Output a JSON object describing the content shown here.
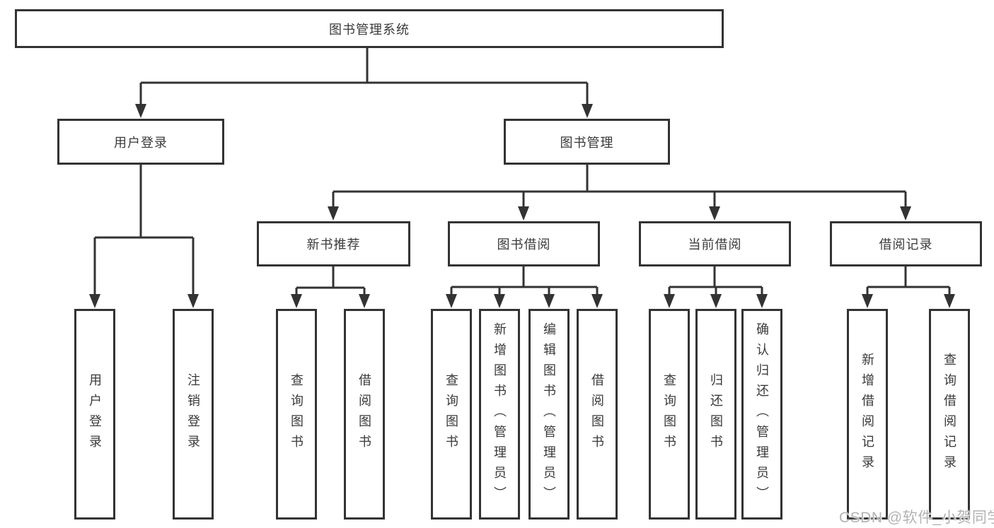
{
  "diagram": {
    "title": "图书管理系统",
    "level1": {
      "user_login": "用户登录",
      "book_management": "图书管理"
    },
    "login_children": {
      "login": "用户登录",
      "logout": "注销登录"
    },
    "level2": {
      "new_book_recommend": "新书推荐",
      "book_borrowing": "图书借阅",
      "current_borrowing": "当前借阅",
      "borrowing_records": "借阅记录"
    },
    "new_book_children": {
      "query_books": "查询图书",
      "borrow_books": "借阅图书"
    },
    "borrowing_children": {
      "query_books": "查询图书",
      "add_books_admin": "新增图书（管理员）",
      "edit_books_admin": "编辑图书（管理员）",
      "borrow_books": "借阅图书"
    },
    "current_children": {
      "query_books": "查询图书",
      "return_books": "归还图书",
      "confirm_return_admin": "确认归还（管理员）"
    },
    "records_children": {
      "add_record": "新增借阅记录",
      "query_record": "查询借阅记录"
    }
  },
  "watermark": "CSDN @软件_小贺同学",
  "colors": {
    "line": "#333333",
    "text": "#3a3a3a",
    "watermark": "#b3b3b3",
    "background": "#ffffff"
  }
}
